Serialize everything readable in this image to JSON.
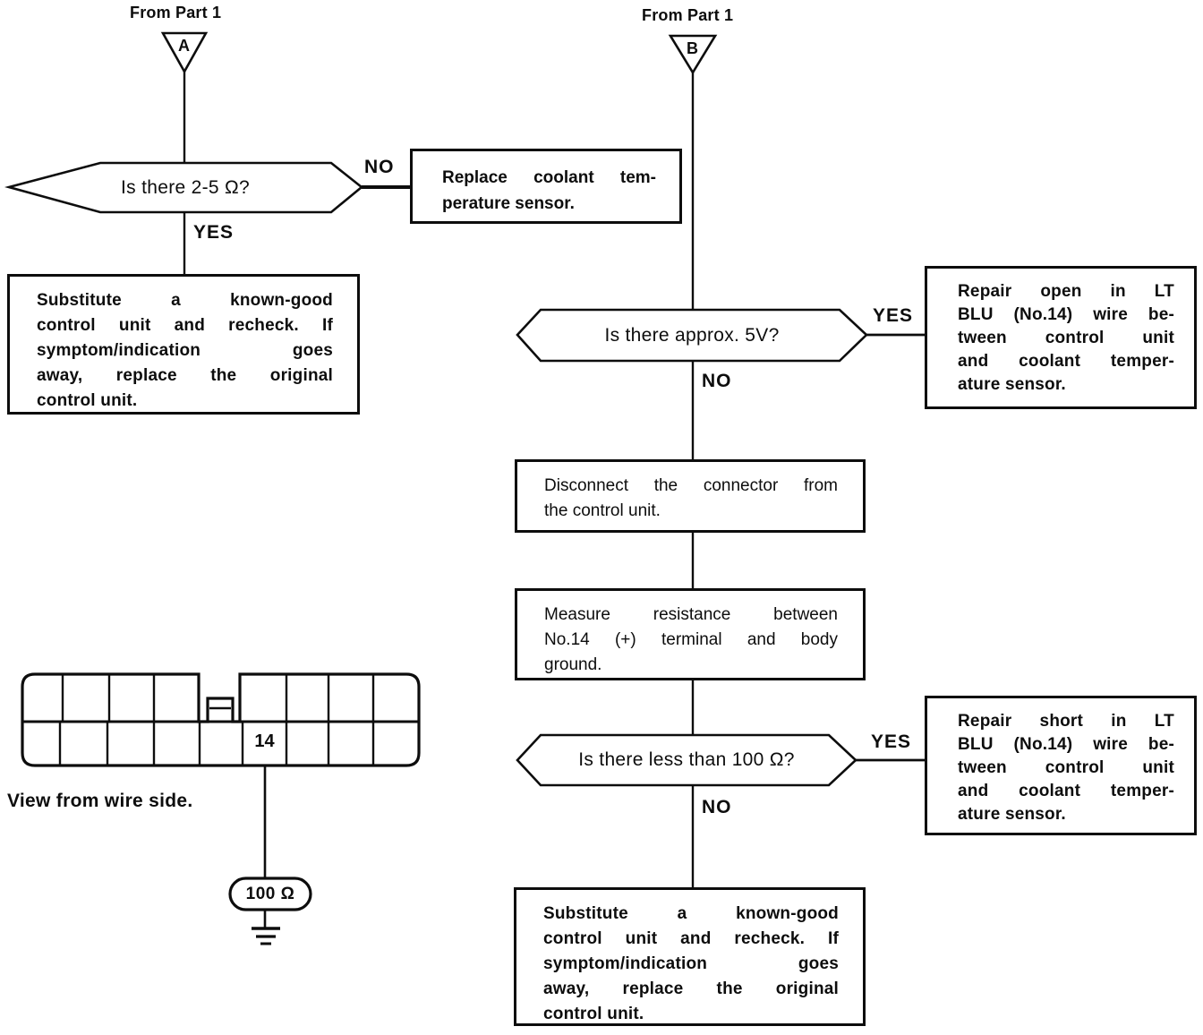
{
  "colors": {
    "ink": "#0d0d0d",
    "paper": "#ffffff"
  },
  "flow_a": {
    "source_label": "From Part 1",
    "connector_letter": "A",
    "decision_resistance": {
      "question": "Is there 2-5 Ω?",
      "no_label": "NO",
      "yes_label": "YES"
    },
    "replace_sensor_box": {
      "lines": [
        "Replace coolant tem-",
        "perature sensor."
      ]
    },
    "substitute_box": {
      "lines": [
        "Substitute a known-good",
        "control unit and recheck. If",
        "symptom/indication goes",
        "away, replace the original",
        "control unit."
      ]
    }
  },
  "flow_b": {
    "source_label": "From Part 1",
    "connector_letter": "B",
    "decision_5v": {
      "question": "Is there approx. 5V?",
      "yes_label": "YES",
      "no_label": "NO"
    },
    "repair_open_box": {
      "lines": [
        "Repair open in LT",
        "BLU (No.14) wire be-",
        "tween control unit",
        "and coolant temper-",
        "ature sensor."
      ]
    },
    "disconnect_box": {
      "lines": [
        "Disconnect the connector from",
        "the control unit."
      ]
    },
    "measure_box": {
      "lines": [
        "Measure resistance between",
        "No.14 (+) terminal and body",
        "ground."
      ]
    },
    "decision_100ohm": {
      "question": "Is there less than 100 Ω?",
      "yes_label": "YES",
      "no_label": "NO"
    },
    "repair_short_box": {
      "lines": [
        "Repair short in LT",
        "BLU (No.14) wire be-",
        "tween control unit",
        "and coolant temper-",
        "ature sensor."
      ]
    },
    "substitute_box": {
      "lines": [
        "Substitute a known-good",
        "control unit and recheck. If",
        "symptom/indication goes",
        "away, replace the original",
        "control unit."
      ]
    }
  },
  "connector_view": {
    "pin_label": "14",
    "caption": "View from wire side.",
    "resistance_label": "100 Ω"
  }
}
